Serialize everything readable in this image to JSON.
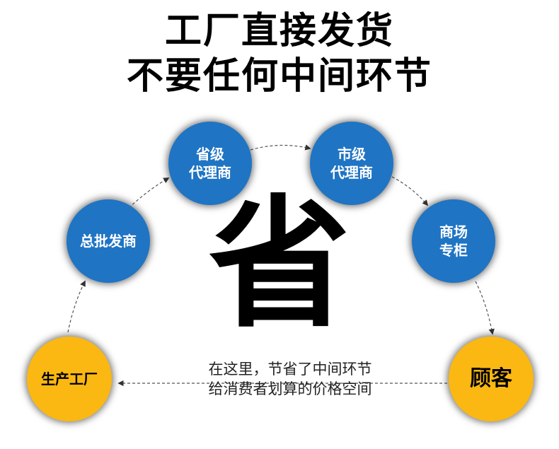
{
  "title": {
    "line1": "工厂直接发货",
    "line2": "不要任何中间环节"
  },
  "nodes": {
    "factory": "生产工厂",
    "wholesaler": "总批发商",
    "provincial": [
      "省级",
      "代理商"
    ],
    "city": [
      "市级",
      "代理商"
    ],
    "mall": [
      "商场",
      "专柜"
    ],
    "customer": "顾客"
  },
  "center_char": "省",
  "note": {
    "line1": "在这里，节省了中间环节",
    "line2": "给消费者划算的价格空间"
  },
  "colors": {
    "blue_node": "#1f74c4",
    "yellow_node": "#fbb812",
    "arrow": "#333333"
  }
}
